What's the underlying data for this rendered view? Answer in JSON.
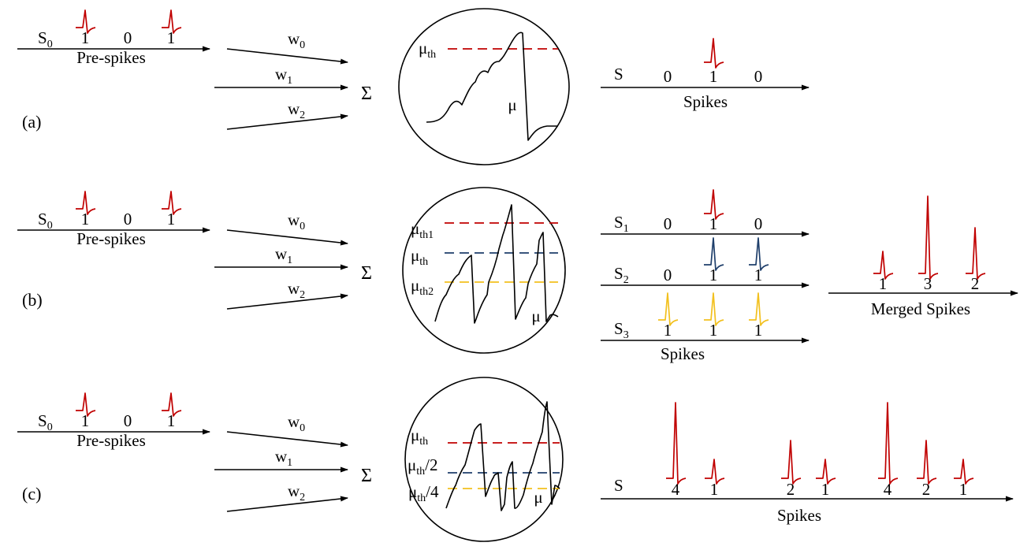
{
  "colors": {
    "red": "#c00000",
    "blue": "#1f3f6b",
    "yellow": "#f2c01e",
    "ink": "#000000"
  },
  "labels": {
    "pre_spikes": "Pre-spikes",
    "spikes": "Spikes",
    "merged_spikes": "Merged Spikes",
    "sum": "Σ",
    "mu": "μ",
    "mu_sym": "μ",
    "th": "th",
    "th1": "th1",
    "th2": "th2",
    "half": "/2",
    "quarter": "/4",
    "w": "w",
    "s": "S"
  },
  "input_spikes": [
    "1",
    "0",
    "1"
  ],
  "weights": [
    "0",
    "1",
    "2"
  ],
  "s0_sub": "0",
  "panels": [
    {
      "id": "a",
      "tag": "(a)",
      "outputs": [
        {
          "label": "S",
          "sub": "",
          "values": [
            "0",
            "1",
            "0"
          ],
          "spiked": [
            false,
            true,
            false
          ],
          "color": "red"
        }
      ]
    },
    {
      "id": "b",
      "tag": "(b)",
      "outputs": [
        {
          "label": "S",
          "sub": "1",
          "values": [
            "0",
            "1",
            "0"
          ],
          "spiked": [
            false,
            true,
            false
          ],
          "color": "red"
        },
        {
          "label": "S",
          "sub": "2",
          "values": [
            "0",
            "1",
            "1"
          ],
          "spiked": [
            false,
            true,
            true
          ],
          "color": "blue"
        },
        {
          "label": "S",
          "sub": "3",
          "values": [
            "1",
            "1",
            "1"
          ],
          "spiked": [
            true,
            true,
            true
          ],
          "color": "yellow"
        }
      ],
      "merged": [
        "1",
        "3",
        "2"
      ]
    },
    {
      "id": "c",
      "tag": "(c)",
      "outputs": [
        {
          "label": "S",
          "sub": "",
          "values": [
            "4",
            "1",
            "2",
            "1",
            "4",
            "2",
            "1"
          ]
        }
      ]
    }
  ]
}
